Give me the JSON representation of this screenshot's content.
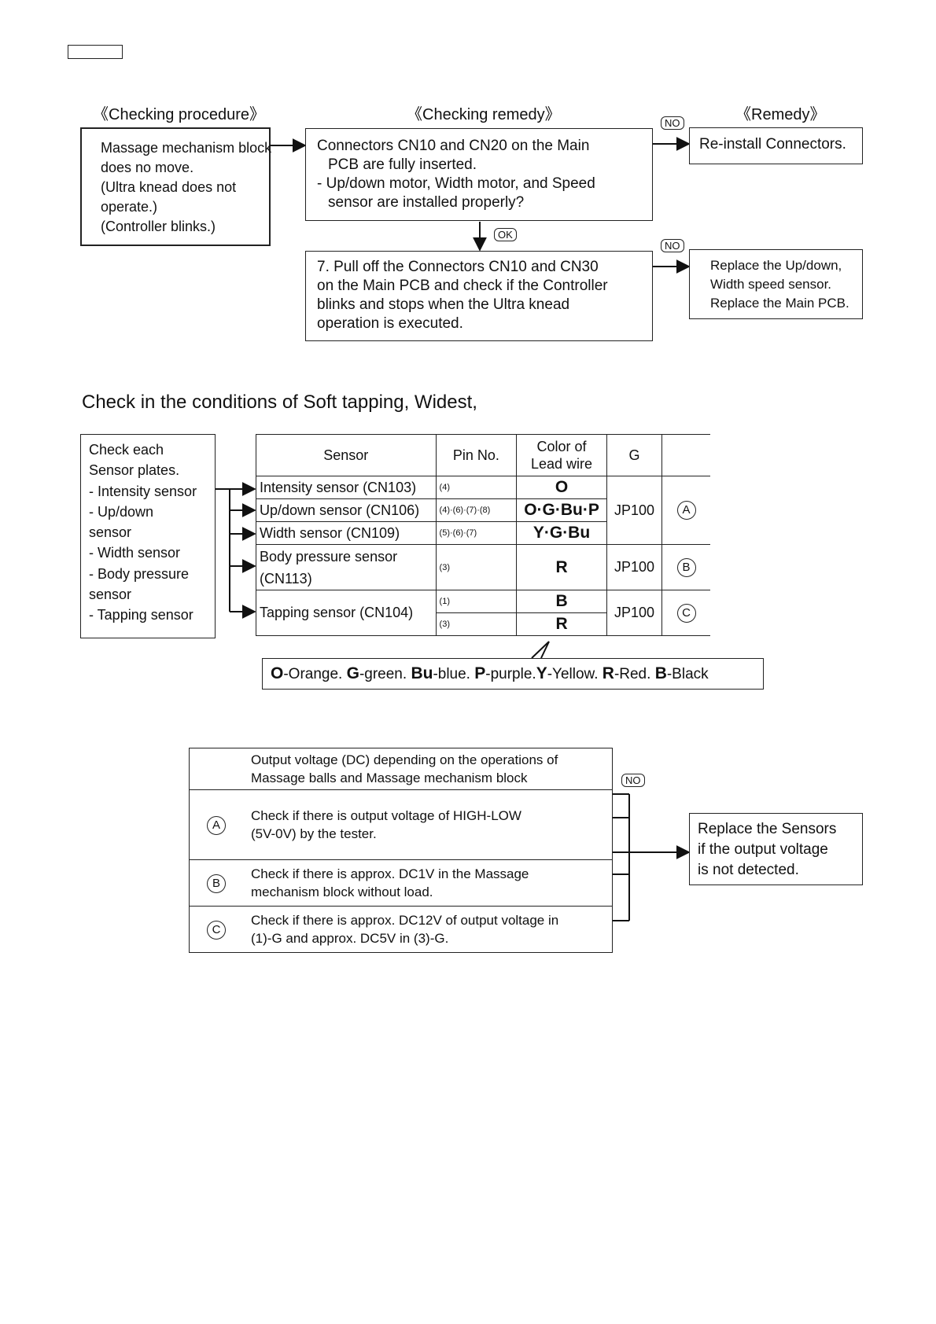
{
  "headers": {
    "procedure": "《Checking procedure》",
    "remedy_check": "《Checking remedy》",
    "remedy": "《Remedy》"
  },
  "flow": {
    "procedure_box": [
      "Massage mechanism block",
      "does no move.",
      "(Ultra knead does not",
      "operate.)",
      "(Controller blinks.)"
    ],
    "check1": [
      "Connectors CN10 and CN20 on the Main",
      "PCB are fully inserted.",
      "- Up/down motor, Width motor, and Speed",
      "sensor are installed properly?"
    ],
    "check2": [
      "7. Pull off the Connectors CN10 and CN30",
      "on the Main PCB and check if the Controller",
      "blinks and stops when the Ultra knead",
      "operation is executed."
    ],
    "remedy1": "Re-install Connectors.",
    "remedy2": [
      "Replace the Up/down,",
      "Width speed sensor.",
      "Replace the Main PCB."
    ],
    "label_no": "NO",
    "label_ok": "OK"
  },
  "conditions_title": "Check in the conditions of Soft tapping, Widest,",
  "sensor_check_box": [
    "Check each",
    "Sensor plates.",
    "- Intensity sensor",
    "- Up/down",
    "sensor",
    "- Width sensor",
    "- Body pressure",
    "sensor",
    "- Tapping sensor"
  ],
  "sensor_table": {
    "headers": {
      "sensor": "Sensor",
      "pin": "Pin No.",
      "color": "Color of Lead wire",
      "g": "G"
    },
    "rows": {
      "intensity": {
        "sensor": "Intensity sensor (CN103)",
        "pin": "(4)",
        "color": "O"
      },
      "updown": {
        "sensor": "Up/down sensor (CN106)",
        "pin": "(4)·(6)·(7)·(8)",
        "color": "O·G·Bu·P"
      },
      "width": {
        "sensor": "Width sensor (CN109)",
        "pin": "(5)·(6)·(7)",
        "color": "Y·G·Bu"
      },
      "body": {
        "sensor_line1": "Body pressure sensor",
        "sensor_line2": "(CN113)",
        "pin": "(3)",
        "color": "R"
      },
      "tapping": {
        "sensor": "Tapping sensor (CN104)",
        "pin1": "(1)",
        "color1": "B",
        "pin2": "(3)",
        "color2": "R"
      }
    },
    "groups": {
      "a": {
        "g": "JP100",
        "mark": "A"
      },
      "b": {
        "g": "JP100",
        "mark": "B"
      },
      "c": {
        "g": "JP100",
        "mark": "C"
      }
    }
  },
  "legend": {
    "o_key": "O",
    "o_val": "-Orange. ",
    "g_key": "G",
    "g_val": "-green. ",
    "bu_key": "Bu",
    "bu_val": "-blue. ",
    "p_key": "P",
    "p_val": "-purple.",
    "y_key": "Y",
    "y_val": "-Yellow. ",
    "r_key": "R",
    "r_val": "-Red. ",
    "b_key": "B",
    "b_val": "-Black"
  },
  "output_table": {
    "header": [
      "Output voltage (DC) depending on the operations of",
      "Massage balls and Massage mechanism block"
    ],
    "rows": [
      {
        "mark": "A",
        "text": [
          "Check if there is output voltage of HIGH-LOW",
          "(5V-0V) by the tester."
        ]
      },
      {
        "mark": "B",
        "text": [
          "Check if there is approx. DC1V in the Massage",
          "mechanism block without load."
        ]
      },
      {
        "mark": "C",
        "text": [
          "Check if there is approx. DC12V of output voltage in",
          "(1)-G and approx. DC5V in (3)-G."
        ]
      }
    ]
  },
  "final_remedy": [
    "Replace the Sensors",
    "if the output voltage",
    "is not detected."
  ]
}
